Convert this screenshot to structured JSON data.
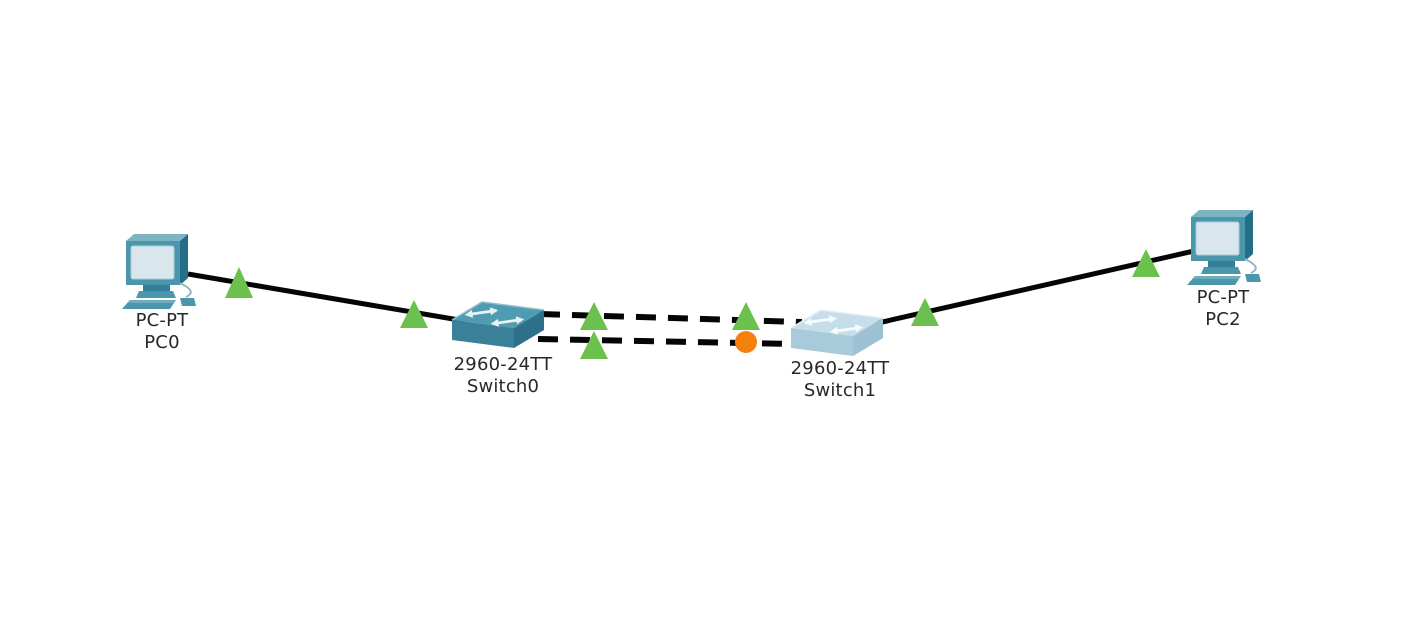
{
  "workspace": {
    "background": "#ffffff"
  },
  "colors": {
    "link": "#050505",
    "status_up_green": "#6cc04d",
    "status_amber_orange": "#f5810d"
  },
  "devices": {
    "pc0": {
      "model": "PC-PT",
      "name": "PC0"
    },
    "switch0": {
      "model": "2960-24TT",
      "name": "Switch0"
    },
    "switch1": {
      "model": "2960-24TT",
      "name": "Switch1"
    },
    "pc2": {
      "model": "PC-PT",
      "name": "PC2"
    }
  },
  "links": [
    {
      "from": "PC0",
      "to": "Switch0",
      "style": "solid",
      "end_a_status": "up",
      "end_b_status": "up"
    },
    {
      "from": "Switch0",
      "to": "Switch1",
      "style": "dashed",
      "end_a_status": "up",
      "end_b_status": "up"
    },
    {
      "from": "Switch0",
      "to": "Switch1",
      "style": "dashed",
      "end_a_status": "up",
      "end_b_status": "amber"
    },
    {
      "from": "Switch1",
      "to": "PC2",
      "style": "solid",
      "end_a_status": "up",
      "end_b_status": "up"
    }
  ]
}
